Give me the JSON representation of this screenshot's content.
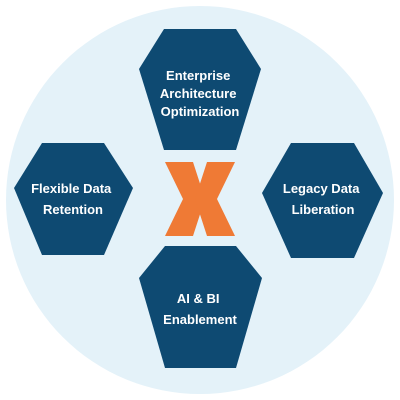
{
  "diagram": {
    "colors": {
      "background_circle": "#e4f2f9",
      "hexagon_fill": "#0e4a72",
      "center_mark": "#ef7a35",
      "text": "#ffffff"
    },
    "center_icon": "orange-x-mark-icon",
    "nodes": {
      "top": {
        "lines": [
          "Enterprise",
          "Architecture",
          "Optimization"
        ]
      },
      "left": {
        "lines": [
          "Flexible Data",
          "Retention"
        ]
      },
      "right": {
        "lines": [
          "Legacy Data",
          "Liberation"
        ]
      },
      "bottom": {
        "lines": [
          "AI & BI",
          "Enablement"
        ]
      }
    }
  }
}
